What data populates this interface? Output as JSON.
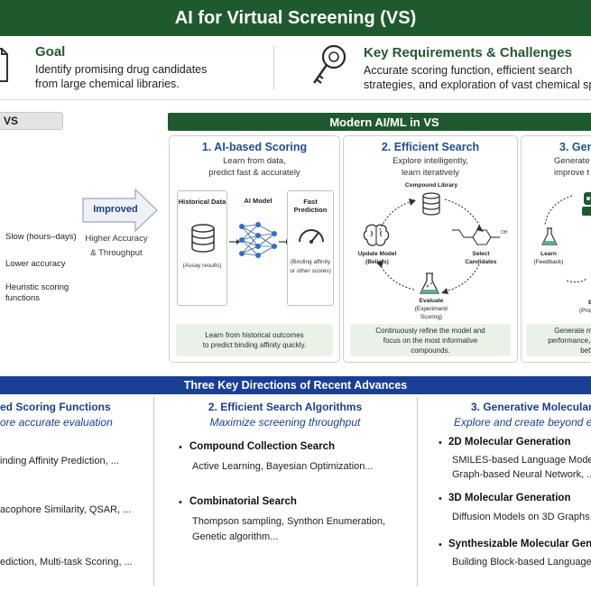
{
  "title": "AI for Virtual Screening (VS)",
  "goal": {
    "title": "Goal",
    "text_line1": "Identify promising drug candidates",
    "text_line2": "from large chemical libraries."
  },
  "requirements": {
    "title": "Key Requirements & Challenges",
    "text_line1": "Accurate scoring function, efficient search",
    "text_line2": "strategies, and exploration of vast chemical spa"
  },
  "traditional": {
    "tag": "VS",
    "items": [
      "Slow (hours–days)",
      "Lower accuracy",
      "Heuristic scoring",
      "functions"
    ]
  },
  "transition": {
    "arrow_label": "Improved",
    "note_line1": "Higher Accuracy",
    "note_line2": "& Throughput"
  },
  "modern": {
    "banner": "Modern AI/ML in VS",
    "scoring": {
      "title": "1. AI-based Scoring",
      "sub_line1": "Learn from data,",
      "sub_line2": "predict fast & accurately",
      "box1_head": "Historical Data",
      "box1_foot": "(Assay results)",
      "box2_head": "AI Model",
      "box3_head": "Fast Prediction",
      "box3_foot_line1": "(Binding affinity",
      "box3_foot_line2": "or other scores)",
      "foot_line1": "Learn from historical outcomes",
      "foot_line2": "to predict binding affinity quickly."
    },
    "search": {
      "title": "2. Efficient Search",
      "sub_line1": "Explore intelligently,",
      "sub_line2": "learn iteratively",
      "node_library": "Compound Library",
      "node_select_line1": "Select",
      "node_select_line2": "Candidates",
      "node_evaluate": "Evaluate",
      "node_evaluate_sub_line1": "(Experiment/",
      "node_evaluate_sub_line2": "Scoring)",
      "node_update_line1": "Update Model",
      "node_update_line2": "(Beliefs)",
      "foot_line1": "Continuously refine the model and",
      "foot_line2": "focus on the most informative",
      "foot_line3": "compounds."
    },
    "generation": {
      "title": "3. Gene",
      "sub_line1": "Generate",
      "sub_line2": "improve t",
      "node_learn": "Learn",
      "node_learn_sub": "(Feedback)",
      "node_e": "E",
      "node_prop": "(Prop",
      "foot_line1": "Generate mo",
      "foot_line2": "performance, a",
      "foot_line3": "bette"
    }
  },
  "directions": {
    "banner": "Three Key Directions of Recent Advances",
    "col1": {
      "title": "ed Scoring Functions",
      "sub": "ore accurate evaluation",
      "items": [
        "inding Affinity Prediction, ...",
        "acophore Similarity, QSAR, ...",
        "ediction, Multi-task Scoring, ..."
      ]
    },
    "col2": {
      "title": "2. Efficient Search Algorithms",
      "sub": "Maximize screening throughput",
      "group1_head": "Compound Collection Search",
      "group1_items": [
        "Active Learning, Bayesian Optimization..."
      ],
      "group2_head": "Combinatorial Search",
      "group2_items": [
        "Thompson sampling, Synthon Enumeration,",
        "Genetic algorithm..."
      ]
    },
    "col3": {
      "title": "3. Generative Molecular I",
      "sub": "Explore and create beyond exi",
      "group1_head": "2D Molecular Generation",
      "group1_items": [
        "SMILES-based Language Model,",
        "Graph-based Neural Network, ..."
      ],
      "group2_head": "3D Molecular Generation",
      "group2_items": [
        "Diffusion Models on 3D Graphs, ..."
      ],
      "group3_head": "Synthesizable Molecular Genera",
      "group3_items": [
        "Building Block-based Language M"
      ]
    }
  },
  "colors": {
    "header_green": "#1f5a2f",
    "accent_blue": "#1a3f95",
    "panel_title_blue": "#1f4f8f",
    "footer_green": "#eaf2e8"
  },
  "icons": [
    "document-icon",
    "key-icon",
    "database-icon",
    "neural-network-icon",
    "gauge-icon",
    "brain-icon",
    "molecule-icon",
    "flask-icon",
    "robot-icon"
  ]
}
